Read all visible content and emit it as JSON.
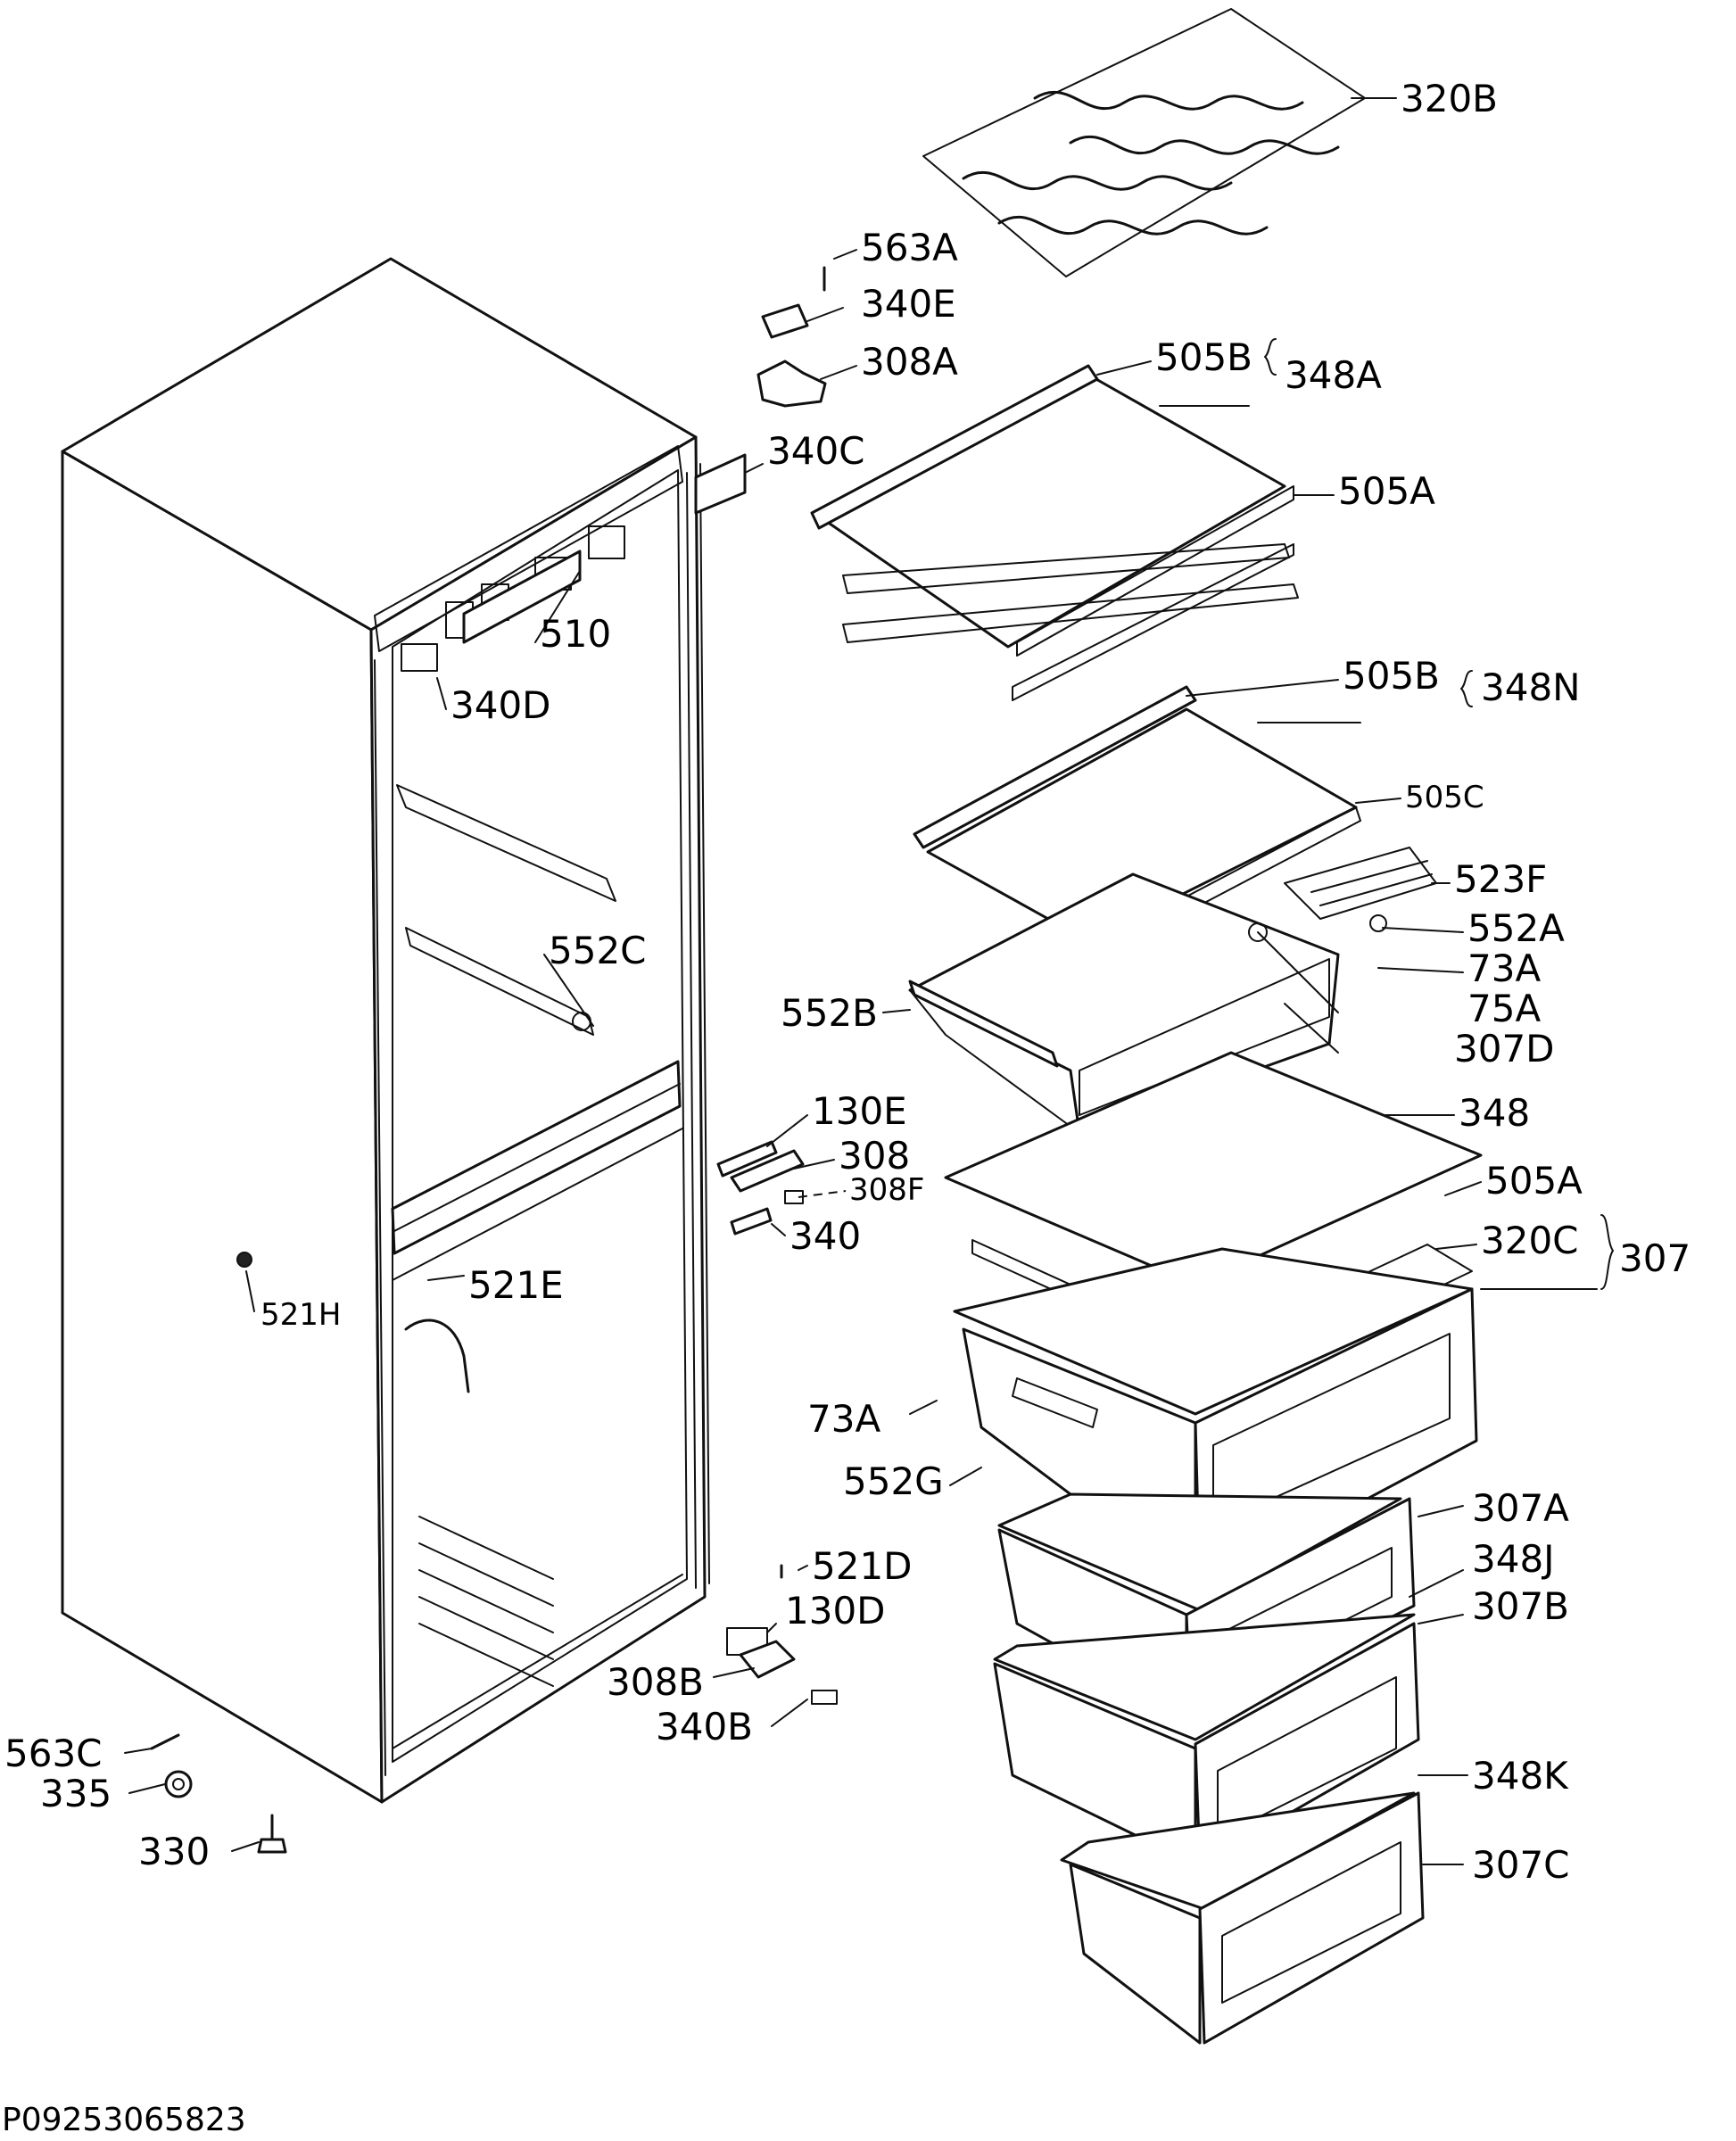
{
  "labels": {
    "l320B": "320B",
    "l563A": "563A",
    "l340E": "340E",
    "l308A": "308A",
    "l505B_1": "505B",
    "l348A": "348A",
    "l340C": "340C",
    "l505A_1": "505A",
    "l510": "510",
    "l340D": "340D",
    "l505B_2": "505B",
    "l348N": "348N",
    "l505C": "505C",
    "l523F": "523F",
    "l552A": "552A",
    "l73A_1": "73A",
    "l552C": "552C",
    "l552B": "552B",
    "l75A": "75A",
    "l307D": "307D",
    "l348": "348",
    "l130E": "130E",
    "l308": "308",
    "l308F": "308F",
    "l505A_2": "505A",
    "l340": "340",
    "l320C": "320C",
    "l307": "307",
    "l521H": "521H",
    "l521E": "521E",
    "l73A_2": "73A",
    "l552G": "552G",
    "l307A": "307A",
    "l521D": "521D",
    "l348J": "348J",
    "l130D": "130D",
    "l307B": "307B",
    "l308B": "308B",
    "l340B": "340B",
    "l563C": "563C",
    "l335": "335",
    "l330": "330",
    "l348K": "348K",
    "l307C": "307C"
  },
  "document_code": "P09253065823"
}
